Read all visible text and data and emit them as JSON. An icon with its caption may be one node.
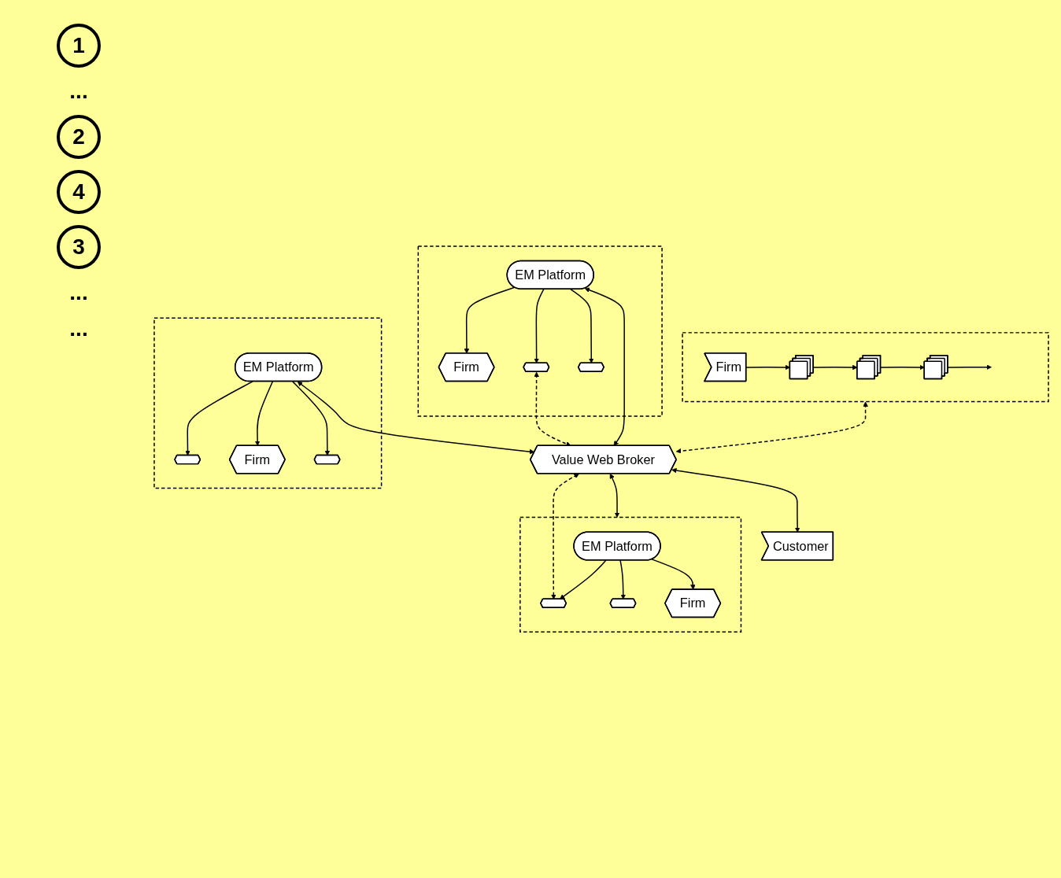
{
  "diagram": {
    "nodes": [
      {
        "text": [],
        "shape": "box"
      },
      {
        "text": [
          "Firm"
        ],
        "in": 0
      },
      {
        "text": [],
        "shape": "box",
        "in": 0
      },
      {
        "text": [],
        "shape": "box",
        "in": 0
      },
      {
        "text": [],
        "shape": "box",
        "in": 0
      },
      {
        "text": [],
        "shape": "box"
      },
      {
        "text": [
          "Firm"
        ],
        "in": 5
      },
      {
        "text": [],
        "shape": "star",
        "in": 5
      },
      {
        "text": [],
        "shape": "star",
        "in": 5
      },
      {
        "text": [
          "EM Platform"
        ],
        "in": 5
      },
      {
        "text": [
          "Value Web Broker"
        ]
      },
      {
        "text": [
          "Customer"
        ]
      },
      {
        "text": [],
        "shape": "box"
      },
      {
        "text": [],
        "shape": "star",
        "in": 12
      },
      {
        "text": [
          "EM Platform"
        ],
        "in": 12
      },
      {
        "text": [
          "Firm"
        ],
        "in": 12
      },
      {
        "text": [],
        "shape": "star",
        "in": 12
      },
      {
        "text": [],
        "shape": "box"
      },
      {
        "text": [
          "EM Platform"
        ],
        "in": 17
      },
      {
        "text": [],
        "shape": "star",
        "in": 17
      },
      {
        "text": [],
        "shape": "star",
        "in": 17
      },
      {
        "text": [
          "Firm"
        ],
        "in": 17
      }
    ],
    "edges": [
      {
        "from": 1,
        "to": 2,
        "arrow": "to"
      },
      {
        "from": 2,
        "to": 3,
        "arrow": "to"
      },
      {
        "from": 3,
        "to": 4,
        "arrow": "to"
      },
      {
        "from": 4,
        "to": null,
        "arrow": "to"
      },
      {
        "from": 0,
        "to": 10,
        "arrow": "both",
        "style": "dashed"
      },
      {
        "from": 9,
        "to": 7,
        "arrow": "to"
      },
      {
        "from": 9,
        "to": 6,
        "arrow": "to"
      },
      {
        "from": 9,
        "to": 8,
        "arrow": "to"
      },
      {
        "from": 7,
        "to": 10,
        "arrow": "both",
        "style": "dashed"
      },
      {
        "from": 9,
        "to": 10,
        "arrow": "both"
      },
      {
        "from": 10,
        "to": 11,
        "arrow": "both"
      },
      {
        "from": 14,
        "to": 10,
        "arrow": "both"
      },
      {
        "from": 14,
        "to": 13,
        "arrow": "to"
      },
      {
        "from": 14,
        "to": 15,
        "arrow": "to"
      },
      {
        "from": 14,
        "to": 16,
        "arrow": "to"
      },
      {
        "from": 10,
        "to": 17,
        "arrow": "both"
      },
      {
        "from": 10,
        "to": 19,
        "arrow": "both",
        "style": "dashed"
      },
      {
        "from": 18,
        "to": 19,
        "arrow": "to"
      },
      {
        "from": 18,
        "to": 20,
        "arrow": "to"
      },
      {
        "from": 18,
        "to": 21,
        "arrow": "to"
      }
    ],
    "labels": [
      "1",
      "...",
      "2",
      "4",
      "3",
      "...",
      "..."
    ]
  }
}
